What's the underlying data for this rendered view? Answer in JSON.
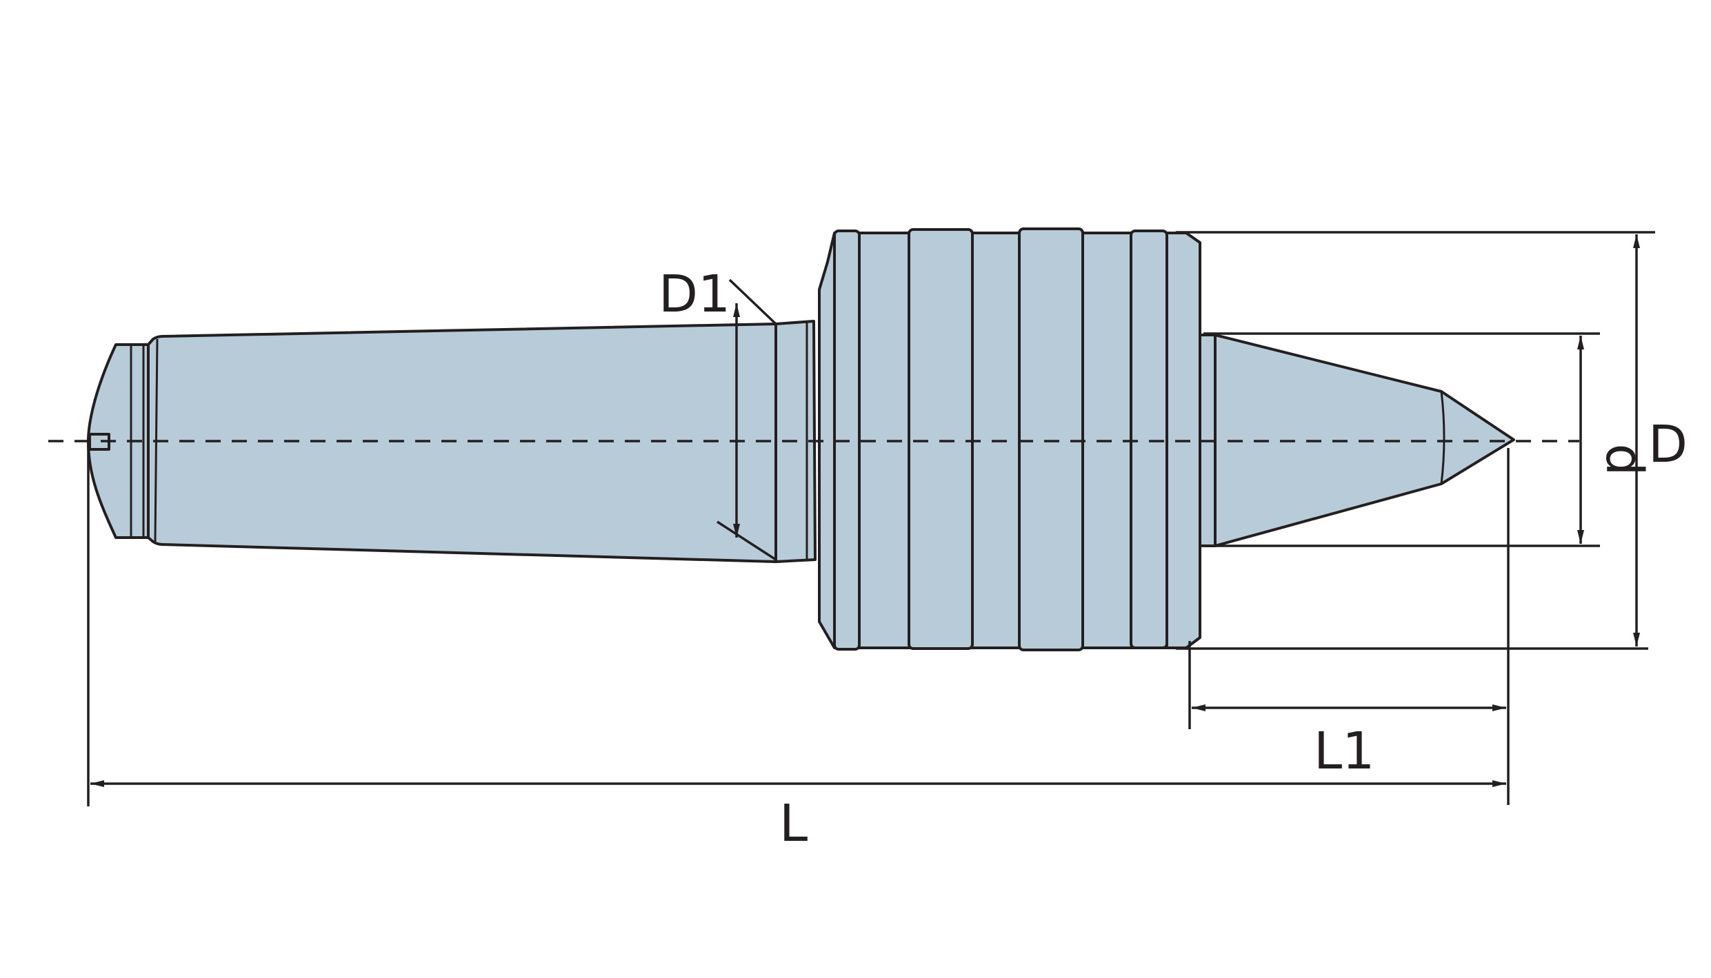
{
  "diagram": {
    "labels": {
      "D1": "D1",
      "d": "d",
      "D": "D",
      "L1": "L1",
      "L": "L"
    },
    "colors": {
      "body_fill": "#b8cbd8",
      "outline": "#231f20",
      "background": "#ffffff"
    }
  }
}
